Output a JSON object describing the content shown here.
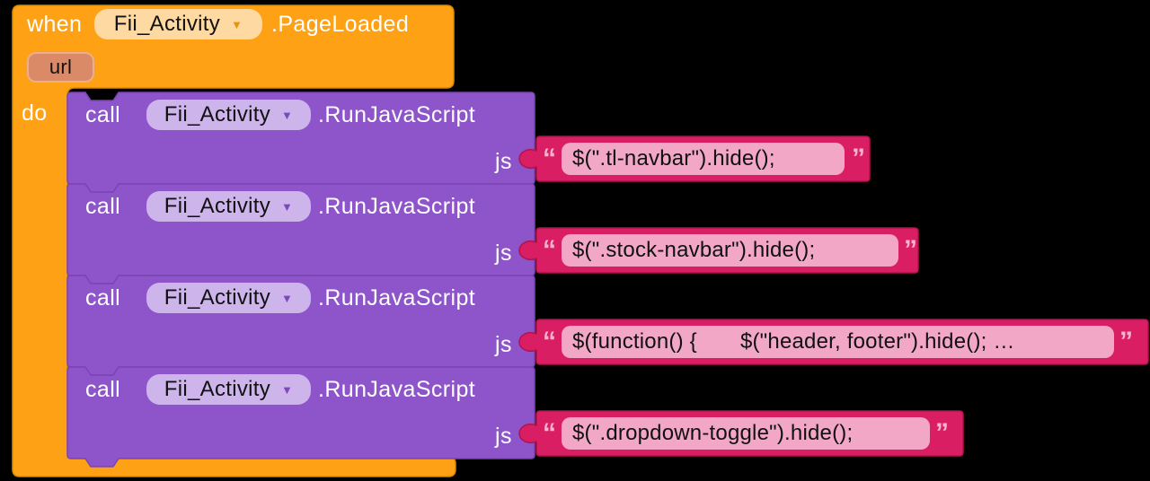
{
  "colors": {
    "background": "#000000",
    "event_block_orange": "#FFA114",
    "event_block_border": "#DE8A00",
    "event_dropdown_bg": "#FFD9A2",
    "call_block_purple": "#8D55C9",
    "call_block_border": "#7A45B2",
    "call_dropdown_bg": "#CDB4EB",
    "string_block_pink": "#DA1E63",
    "string_block_border": "#B0134F",
    "string_field_bg": "#F3A7C7",
    "param_chip_bg": "#DB8A68",
    "param_chip_border": "#ECAE8E"
  },
  "when_block": {
    "keyword": "when",
    "component": "Fii_Activity",
    "dropdown_arrow": "▼",
    "event": ".PageLoaded",
    "param": "url",
    "do_label": "do"
  },
  "quotes": {
    "open": "“",
    "close": "”"
  },
  "calls": [
    {
      "keyword": "call",
      "component": "Fii_Activity",
      "dropdown_arrow": "▼",
      "method": ".RunJavaScript",
      "param_label": "js",
      "js_code": "$(\".tl-navbar\").hide();"
    },
    {
      "keyword": "call",
      "component": "Fii_Activity",
      "dropdown_arrow": "▼",
      "method": ".RunJavaScript",
      "param_label": "js",
      "js_code": "$(\".stock-navbar\").hide();"
    },
    {
      "keyword": "call",
      "component": "Fii_Activity",
      "dropdown_arrow": "▼",
      "method": ".RunJavaScript",
      "param_label": "js",
      "js_code": "$(function() {       $(\"header, footer\").hide(); …"
    },
    {
      "keyword": "call",
      "component": "Fii_Activity",
      "dropdown_arrow": "▼",
      "method": ".RunJavaScript",
      "param_label": "js",
      "js_code": "$(\".dropdown-toggle\").hide();"
    }
  ]
}
